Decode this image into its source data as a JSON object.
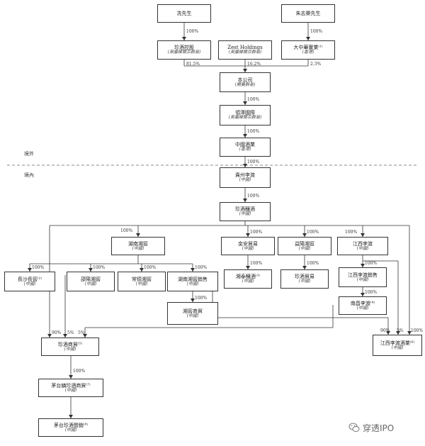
{
  "regions": {
    "offshore": "境外",
    "onshore": "境內"
  },
  "entities": [
    {
      "id": "xian",
      "name": "冼先生",
      "juris": ""
    },
    {
      "id": "zhu",
      "name": "朱志樂先生",
      "juris": ""
    },
    {
      "id": "zhenjiu",
      "name": "珍酒控股",
      "juris": "(英屬維爾京群島)"
    },
    {
      "id": "zest",
      "name": "Zest Holdings",
      "juris": "(英屬維爾京群島)"
    },
    {
      "id": "dazhong",
      "name": "大中華實業⁽¹⁾",
      "juris": "(香港)"
    },
    {
      "id": "company",
      "name": "本公司",
      "juris": "(開曼群島)"
    },
    {
      "id": "lingze",
      "name": "領澤國際",
      "juris": "(英屬維爾京群島)"
    },
    {
      "id": "cnwine",
      "name": "中國酒業",
      "juris": "(香港)"
    },
    {
      "id": "guizhou",
      "name": "貴州李渡",
      "juris": "(中國)"
    },
    {
      "id": "zjwine",
      "name": "珍酒釀酒",
      "juris": "(中國)"
    },
    {
      "id": "hunan",
      "name": "湖南湘窖",
      "juris": "(中國)"
    },
    {
      "id": "jinsha",
      "name": "金安貿易",
      "juris": "(中國)"
    },
    {
      "id": "yishao",
      "name": "益陽湘窖",
      "juris": "(中國)"
    },
    {
      "id": "jxlidu",
      "name": "江西李渡",
      "juris": "(中國)"
    },
    {
      "id": "changsha",
      "name": "長沙長窖⁽²⁾",
      "juris": "(中國)"
    },
    {
      "id": "shaoyang",
      "name": "邵陽湘窖",
      "juris": "(中國)"
    },
    {
      "id": "changde",
      "name": "常德湘窖",
      "juris": "(中國)"
    },
    {
      "id": "hnsales",
      "name": "湖南湘窖銷售",
      "juris": "(中國)"
    },
    {
      "id": "xiangtai",
      "name": "湘泰釀酒⁽³⁾",
      "juris": "(中國)"
    },
    {
      "id": "jinyu",
      "name": "珍酒貿易",
      "juris": "(中國)"
    },
    {
      "id": "jxlidusales",
      "name": "江西李渡銷售",
      "juris": "(中國)"
    },
    {
      "id": "xytrade",
      "name": "湘窖商貿",
      "juris": "(中國)"
    },
    {
      "id": "nanchang",
      "name": "南昌李渡⁽⁴⁾",
      "juris": "(中國)"
    },
    {
      "id": "zjtrade",
      "name": "珍酒商貿⁽⁵⁾",
      "juris": "(中國)"
    },
    {
      "id": "jxbrew",
      "name": "江西李渡酒業⁽⁶⁾",
      "juris": "(中國)"
    },
    {
      "id": "mzjt",
      "name": "茅台鎮珍酒商貿⁽⁷⁾",
      "juris": "(中國)"
    },
    {
      "id": "mzsales",
      "name": "茅台珍酒營銷⁽⁸⁾",
      "juris": "(中國)"
    }
  ],
  "stakes": [
    {
      "id": "s1",
      "text": "100%"
    },
    {
      "id": "s2",
      "text": "100%"
    },
    {
      "id": "s3",
      "text": "81.5%"
    },
    {
      "id": "s4",
      "text": "16.2%"
    },
    {
      "id": "s5",
      "text": "2.3%"
    },
    {
      "id": "s6",
      "text": "100%"
    },
    {
      "id": "s7",
      "text": "100%"
    },
    {
      "id": "s8",
      "text": "100%"
    },
    {
      "id": "s9",
      "text": "100%"
    },
    {
      "id": "s10",
      "text": "100%"
    },
    {
      "id": "s11",
      "text": "100%"
    },
    {
      "id": "s12",
      "text": "100%"
    },
    {
      "id": "s13",
      "text": "100%"
    },
    {
      "id": "s14",
      "text": "100%"
    },
    {
      "id": "s15",
      "text": "100%"
    },
    {
      "id": "s16",
      "text": "100%"
    },
    {
      "id": "s17",
      "text": "100%"
    },
    {
      "id": "s18",
      "text": "100%"
    },
    {
      "id": "s19",
      "text": "100%"
    },
    {
      "id": "s20",
      "text": "100%"
    },
    {
      "id": "s21",
      "text": "100%"
    },
    {
      "id": "s22",
      "text": "100%"
    },
    {
      "id": "s23",
      "text": "90%"
    },
    {
      "id": "s24",
      "text": "5%"
    },
    {
      "id": "s25",
      "text": "5%"
    },
    {
      "id": "s26",
      "text": "90%"
    },
    {
      "id": "s27",
      "text": "5%"
    },
    {
      "id": "s28",
      "text": "100%"
    },
    {
      "id": "s29",
      "text": "100%"
    }
  ],
  "watermark": {
    "text": "穿透IPO",
    "icon": "wechat-icon"
  }
}
